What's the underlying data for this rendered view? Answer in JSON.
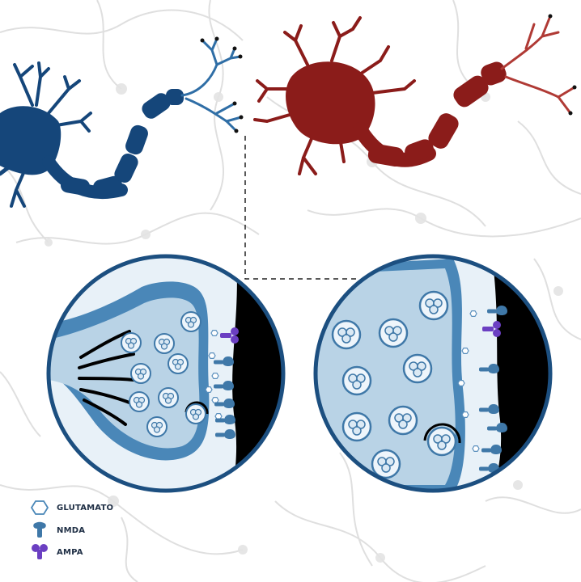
{
  "legend": {
    "items": [
      {
        "label": "GLUTAMATO",
        "icon": "hexagon-glutamate-icon"
      },
      {
        "label": "NMDA",
        "icon": "nmda-receptor-icon"
      },
      {
        "label": "AMPA",
        "icon": "ampa-receptor-icon"
      }
    ]
  },
  "colors": {
    "presynaptic_neuron": "#15467a",
    "postsynaptic_neuron": "#8b1c1a",
    "terminal_fill": "#b9d3e6",
    "terminal_border": "#4a87b8",
    "cleft_fill": "#e8f1f8",
    "nmda": "#3f78a8",
    "ampa": "#6b3fc2",
    "membrane": "#000000",
    "background_network": "#d9d9d9",
    "legend_text": "#1f2f45"
  }
}
